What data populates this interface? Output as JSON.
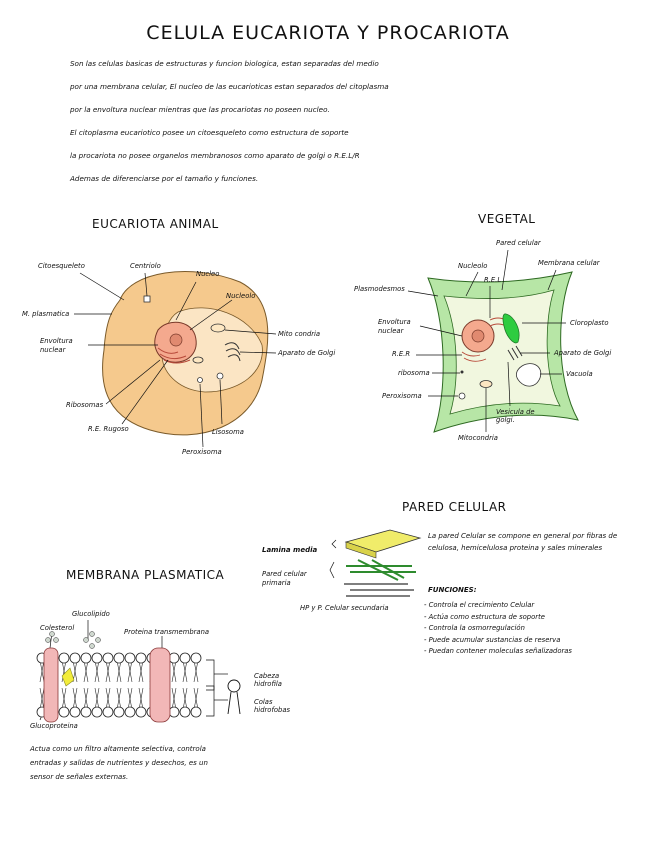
{
  "title": "CELULA EUCARIOTA Y PROCARIOTA",
  "intro": [
    "Son las celulas basicas de estructuras y funcion biologica, estan separadas del medio",
    "por una membrana celular, El nucleo de las eucarioticas estan separados del citoplasma",
    "por la envoltura nuclear mientras que las procariotas no poseen nucleo.",
    "El citoplasma eucariotico posee un citoesqueleto como estructura de soporte",
    "la procariota no posee organelos membranosos como aparato de golgi o R.E.L/R",
    "Ademas de diferenciarse por el tamaño y funciones."
  ],
  "animal": {
    "heading": "EUCARIOTA ANIMAL",
    "labels": {
      "citoesqueleto": "Citoesqueleto",
      "centriolo": "Centriolo",
      "nucleo": "Nucleo",
      "nucleolo": "Nucleolo",
      "membrana": "M. plasmatica",
      "envoltura": "Envoltura nuclear",
      "mitocondria": "Mito condria",
      "golgi": "Aparato de Golgi",
      "ribosomas": "Ribosomas",
      "re_rugoso": "R.E. Rugoso",
      "lisosoma": "Lisosoma",
      "peroxisoma": "Peroxisoma"
    }
  },
  "vegetal": {
    "heading": "VEGETAL",
    "labels": {
      "pared": "Pared celular",
      "nucleolo": "Nucleolo",
      "membrana": "Membrana celular",
      "rel": "R.E.L",
      "plasmodesmos": "Plasmodesmos",
      "envoltura": "Envoltura nuclear",
      "cloroplasto": "Cloroplasto",
      "rer": "R.E.R",
      "golgi": "Aparato de Golgi",
      "ribosoma": "ribosoma",
      "vacuola": "Vacuola",
      "peroxisoma": "Peroxisoma",
      "vesicula": "Vesicula de golgi.",
      "mitocondria": "Mitocondria"
    }
  },
  "pared": {
    "heading": "PARED CELULAR",
    "lamina": "Lamina media",
    "primaria": "Pared celular primaria",
    "secundaria": "HP y P. Celular secundaria",
    "text": "La pared Celular se compone en general por fibras de celulosa, hemicelulosa proteina y sales minerales",
    "funciones_title": "FUNCIONES:",
    "funciones": [
      "- Controla el crecimiento Celular",
      "- Actúa como estructura de soporte",
      "- Controla la osmorregulación",
      "- Puede acumular sustancias de reserva",
      "- Puedan contener moleculas señalizadoras"
    ]
  },
  "membrana": {
    "heading": "MEMBRANA PLASMATICA",
    "colesterol": "Colesterol",
    "glucolipido": "Glucolipido",
    "proteina": "Proteina transmembrana",
    "glucoproteina": "Glucoproteina",
    "cabeza": "Cabeza hidrofila",
    "colas": "Colas hidrofobas",
    "desc": [
      "Actua como un filtro altamente selectiva, controla",
      "entradas y salidas de nutrientes y desechos, es un",
      "sensor de señales externas."
    ]
  },
  "colors": {
    "cytoplasm": "#f5c98d",
    "cytoplasm_light": "#fbe5c4",
    "nucleus": "#f4a98e",
    "plant_wall": "#b7e6a6",
    "plant_inner": "#f1f7df",
    "chloroplast": "#2ecc40",
    "lamina": "#f0ec6a",
    "protein": "#f2b7b7",
    "cholesterol": "#f2ec3a"
  }
}
